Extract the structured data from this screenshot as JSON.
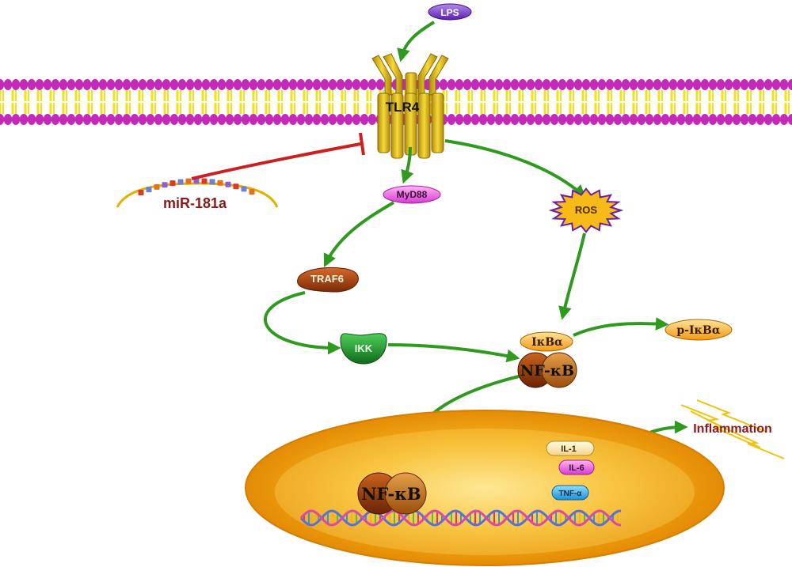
{
  "nodes": {
    "lps": "LPS",
    "tlr4": "TLR4",
    "mir": "miR-181a",
    "myd88": "MyD88",
    "ros": "ROS",
    "traf6": "TRAF6",
    "ikk": "IKK",
    "ikba": "IκBα",
    "p_ikba": "p-IκBα",
    "nfkb_cyto": "NF-κB",
    "nfkb_nucleus": "NF-κB",
    "il1": "IL-1",
    "il6": "IL-6",
    "tnfa": "TNF-α",
    "inflammation": "Inflammation"
  },
  "colors": {
    "activation_arrow": "#2f9a1f",
    "inhibition_line": "#cc1f1f",
    "membrane_head": "#c42ab8",
    "membrane_tail": "#f2e21c",
    "receptor": "#e2c21a",
    "nucleus": "#f2a20f",
    "mir_label": "#8b1a1a",
    "inflammation_label": "#8b1a1a"
  }
}
